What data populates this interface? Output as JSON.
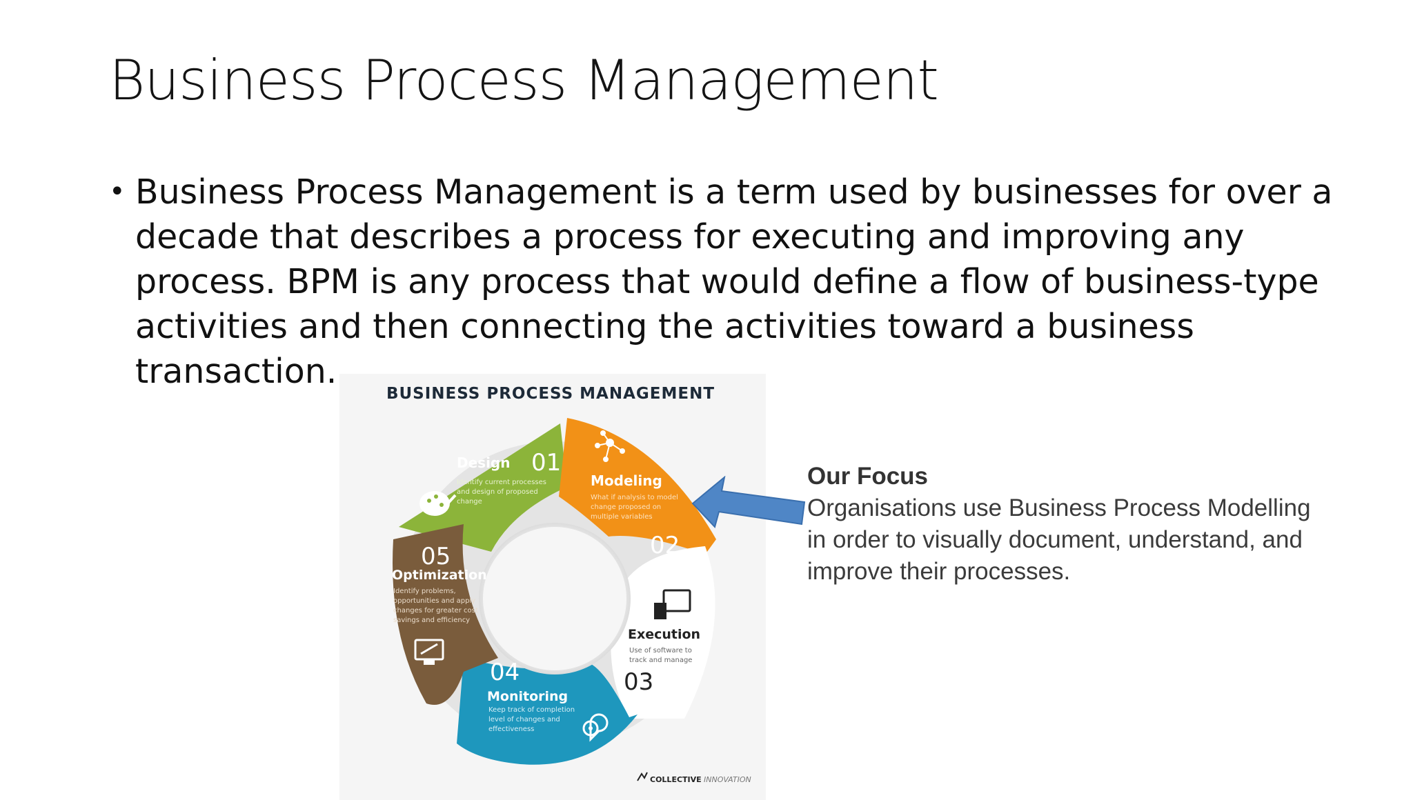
{
  "slide": {
    "title": "Business Process Management",
    "bullet_lines": [
      "Business Process Management is a term used by businesses for over a",
      "decade that describes a process for executing and improving any",
      "process. BPM is any process that would define a flow of business-type",
      "activities and then connecting the activities toward a business",
      "transaction."
    ]
  },
  "figure": {
    "title": "BUSINESS PROCESS MANAGEMENT",
    "credit_bold": "COLLECTIVE",
    "credit_italic": "INNOVATION",
    "colors": {
      "design": "#8cb43a",
      "modeling": "#f29117",
      "execution": "#ffffff",
      "monitoring": "#1e97bd",
      "optimization": "#7a5c3c",
      "arrow": "#4f86c6"
    },
    "stages": [
      {
        "num": "01",
        "name": "Design",
        "desc": [
          "Identify current processes",
          "and design of proposed",
          "change"
        ],
        "icon": "palette-icon"
      },
      {
        "num": "02",
        "name": "Modeling",
        "desc": [
          "What if analysis to model",
          "change proposed on",
          "multiple variables"
        ],
        "icon": "network-icon"
      },
      {
        "num": "03",
        "name": "Execution",
        "desc": [
          "Use of software to",
          "track and manage"
        ],
        "icon": "monitor-hand-icon"
      },
      {
        "num": "04",
        "name": "Monitoring",
        "desc": [
          "Keep track of completion",
          "level of changes and",
          "effectiveness"
        ],
        "icon": "location-pin-icon"
      },
      {
        "num": "05",
        "name": "Optimization",
        "desc": [
          "Identify problems,",
          "opportunities and apply",
          "changes for greater cost",
          "savings and efficiency"
        ],
        "icon": "screen-tools-icon"
      }
    ]
  },
  "focus": {
    "heading": "Our Focus",
    "lines": [
      "Organisations use Business Process Modelling",
      "in order to visually document, understand, and",
      "improve their processes."
    ]
  }
}
